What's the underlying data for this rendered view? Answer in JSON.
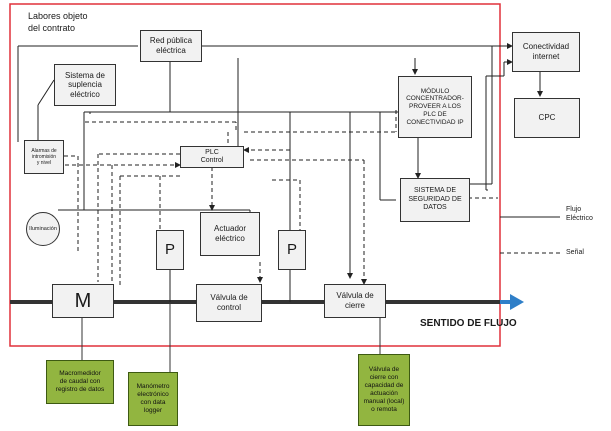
{
  "frame": {
    "title": "Labores objeto\ndel contrato"
  },
  "nodes": {
    "red_publica": "Red pública\neléctrica",
    "suplencia": "Sistema de\nsuplencia\neléctrico",
    "modulo": "MÓDULO\nCONCENTRADOR-\nPROVEER A LOS\nPLC DE\nCONECTIVIDAD IP",
    "alarmas": "Alarmas de\nintromisión\ny nivel",
    "plc": "PLC\nControl",
    "seguridad": "SISTEMA DE\nSEGURIDAD DE\nDATOS",
    "iluminacion": "Iluminación",
    "actuador": "Actuador\neléctrico",
    "p1": "P",
    "p2": "P",
    "m": "M",
    "valvula_control": "Válvula de\ncontrol",
    "valvula_cierre": "Válvula de\ncierre",
    "conectividad": "Conectividad\ninternet",
    "cpc": "CPC"
  },
  "flow": {
    "label": "SENTIDO DE FLUJO"
  },
  "legend": {
    "power": "Flujo\nEléctrico",
    "signal": "Señal"
  },
  "notes": {
    "macromedidor": "Macromedidor\nde caudal con\nregistro de datos",
    "manometro": "Manómetro\nelectrónico\ncon data\nlogger",
    "valvula_manual": "Válvula de\ncierre con\ncapacidad de\nactuación\nmanual (local)\no remota"
  },
  "colors": {
    "frame": "#e0303a",
    "arrow": "#2f7fc8",
    "note_fill": "#92b540"
  }
}
